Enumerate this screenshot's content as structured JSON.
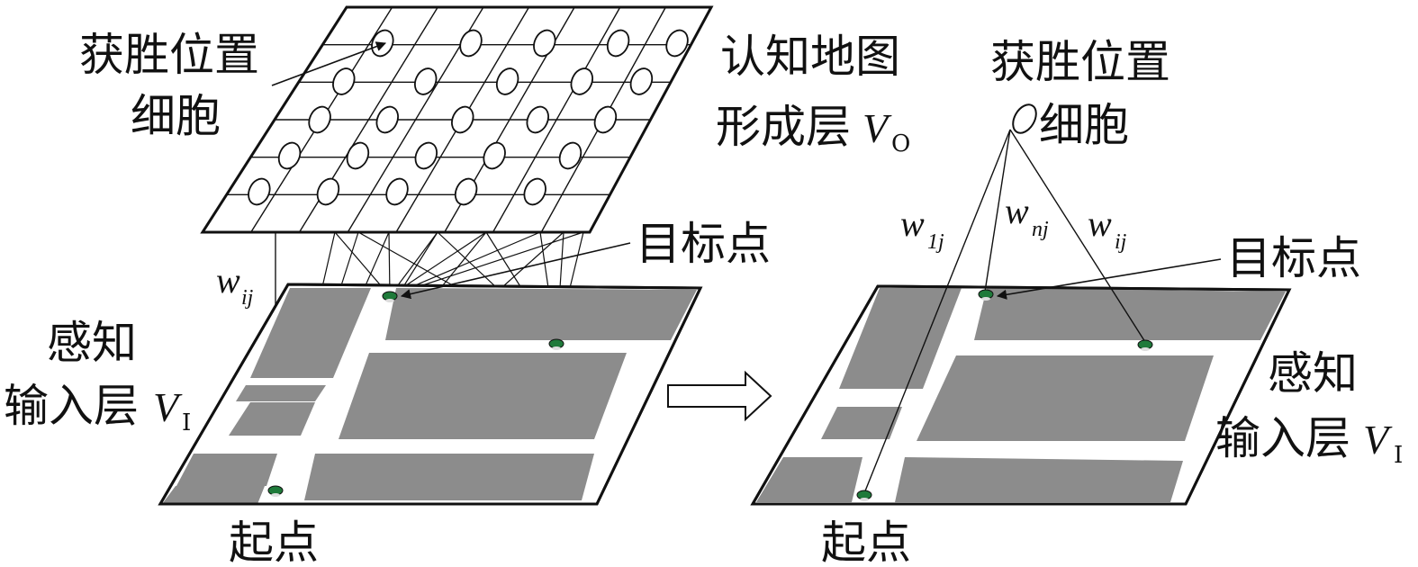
{
  "left": {
    "winning_cell_line1": "获胜位置",
    "winning_cell_line2": "细胞",
    "map_layer_line1": "认知地图",
    "map_layer_line2": "形成层",
    "map_layer_symbol": "V",
    "map_layer_sub": "O",
    "target": "目标点",
    "weight_symbol": "w",
    "weight_sub": "ij",
    "input_layer_line1": "感知",
    "input_layer_line2": "输入层",
    "input_layer_symbol": "V",
    "input_layer_sub": "I",
    "start": "起点"
  },
  "right": {
    "winning_cell_line1": "获胜位置",
    "winning_cell_line2": "细胞",
    "w1_symbol": "w",
    "w1_sub": "1j",
    "wn_symbol": "w",
    "wn_sub": "nj",
    "wi_symbol": "w",
    "wi_sub": "ij",
    "target": "目标点",
    "input_layer_line1": "感知",
    "input_layer_line2": "输入层",
    "input_layer_symbol": "V",
    "input_layer_sub": "I",
    "start": "起点"
  },
  "colors": {
    "obstacle": "#8c8c8c",
    "node": "#1f7a3a",
    "line": "#111111"
  }
}
